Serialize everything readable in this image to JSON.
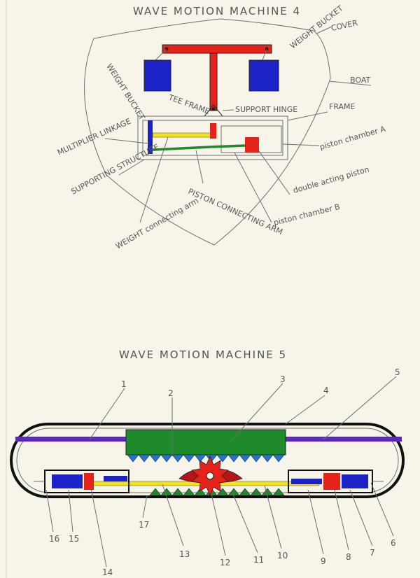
{
  "machine4": {
    "title": "WAVE MOTION MACHINE 4",
    "labels": {
      "cover": "COVER",
      "boat": "BOAT",
      "weight_bucket": "WEIGHT BUCKET",
      "tee_frame": "TEE FRAME",
      "support_hinge": "SUPPORT HINGE",
      "frame": "FRAME",
      "multiplier_linkage": "MULTIPLIER LINKAGE",
      "piston_chamber_a": "piston chamber A",
      "double_acting_piston": "double acting piston",
      "supporting_structure": "SUPPORTING STRUCTURE",
      "piston_connecting_arm": "PISTON CONNECTING ARM",
      "weight_connecting_arm": "WEIGHT connecting arm",
      "piston_chamber_b": "piston chamber B"
    }
  },
  "machine5": {
    "title": "WAVE MOTION MACHINE 5",
    "numbers": {
      "n1": "1",
      "n2": "2",
      "n3": "3",
      "n4": "4",
      "n5": "5",
      "n6": "6",
      "n7": "7",
      "n8": "8",
      "n9": "9",
      "n10": "10",
      "n11": "11",
      "n12": "12",
      "n13": "13",
      "n14": "14",
      "n15": "15",
      "n16": "16",
      "n17": "17"
    }
  },
  "colors": {
    "red": "#e5231b",
    "blue": "#1b22c8",
    "green": "#1e8a2a",
    "yellow": "#f1e51a",
    "purple": "#5a2bb0",
    "pencil": "#6e6e6e",
    "paper": "#f7f5ea"
  }
}
